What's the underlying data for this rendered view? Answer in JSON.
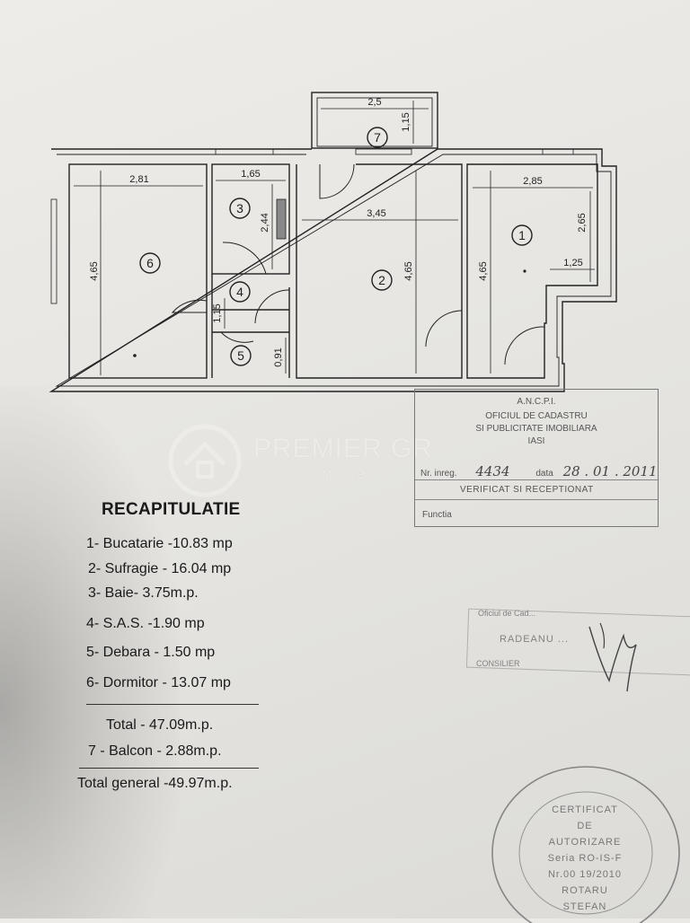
{
  "watermark": {
    "name": "PREMIER GR",
    "sub": "IMOBIL"
  },
  "plan": {
    "dims": {
      "balcony_w": "2,5",
      "balcony_h": "1,15",
      "room6_w": "2,81",
      "room6_h": "4,65",
      "room3_w": "1,65",
      "room3_h": "2,44",
      "room4_h": "1,15",
      "room5_h": "0,91",
      "room2_w": "3,45",
      "room2_h": "4,65",
      "room1_w": "2,85",
      "room1_h1": "2,65",
      "room1_h2": "4,65",
      "room1_notch": "1,25"
    },
    "room_numbers": {
      "r1": "1",
      "r2": "2",
      "r3": "3",
      "r4": "4",
      "r5": "5",
      "r6": "6",
      "r7": "7"
    }
  },
  "ancpi_stamp": {
    "line1": "A.N.C.P.I.",
    "line2": "OFICIUL DE CADASTRU",
    "line3": "SI PUBLICITATE IMOBILIARA",
    "line4": "IASI",
    "reg_label": "Nr. inreg.",
    "reg_number": "4434",
    "date_label": "data",
    "date_value": "28 . 01 . 2011",
    "verified": "VERIFICAT SI RECEPTIONAT",
    "function_label": "Functia"
  },
  "oficiu_stamp": {
    "a": "Oficiul de Cad...",
    "b": "RADEANU ... ",
    "c": "CONSILIER"
  },
  "recap": {
    "title": "RECAPITULATIE",
    "items": [
      "1- Bucatarie -10.83 mp",
      "2- Sufragie - 16.04 mp",
      "3- Baie- 3.75m.p.",
      "4- S.A.S. -1.90 mp",
      "5- Debara  - 1.50 mp",
      "6- Dormitor  - 13.07 mp"
    ],
    "total": "Total - 47.09m.p.",
    "balcon": "7 - Balcon  - 2.88m.p.",
    "total_general": "Total general -49.97m.p."
  },
  "auth_stamp": {
    "l1": "CERTIFICAT",
    "l2": "DE",
    "l3": "AUTORIZARE",
    "l4": "Seria RO-IS-F",
    "l5": "Nr.00 19/2010",
    "l6": "ROTARU",
    "l7": "STEFAN"
  }
}
